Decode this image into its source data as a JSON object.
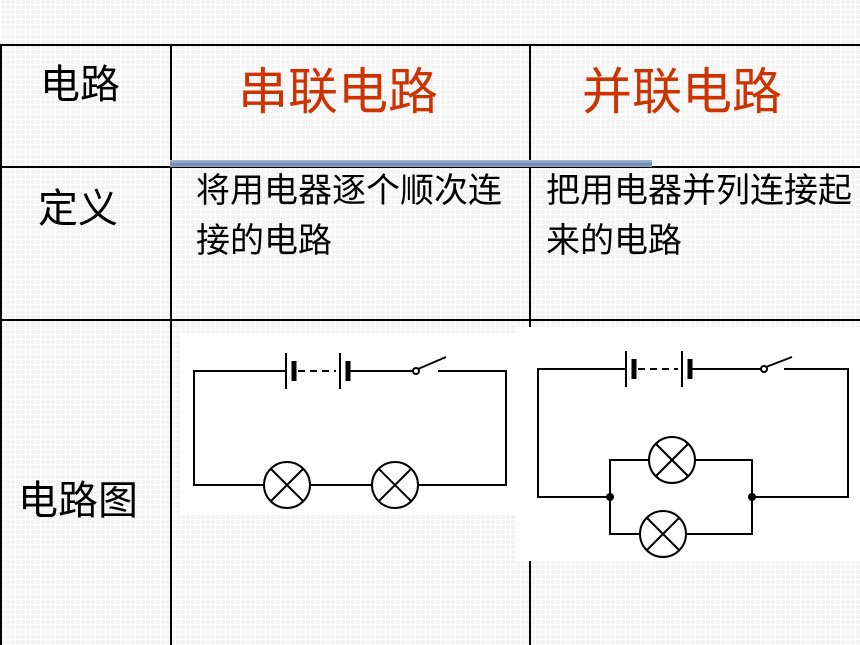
{
  "table": {
    "header": {
      "label": "电路",
      "series_title": "串联电路",
      "parallel_title": "并联电路"
    },
    "definition_row": {
      "label": "定义",
      "series_text": "将用电器逐个顺次连接的电路",
      "parallel_text": "把用电器并列连接起来的电路"
    },
    "diagram_row": {
      "label": "电路图"
    }
  },
  "colors": {
    "title_red": "#cc3300",
    "accent_blue": "#6d8bb3"
  },
  "icons": {
    "series_circuit": [
      "battery-icon",
      "switch-icon",
      "lamp-icon",
      "lamp-icon"
    ],
    "parallel_circuit": [
      "battery-icon",
      "switch-icon",
      "lamp-icon",
      "lamp-icon",
      "junction-dot-icon"
    ]
  }
}
